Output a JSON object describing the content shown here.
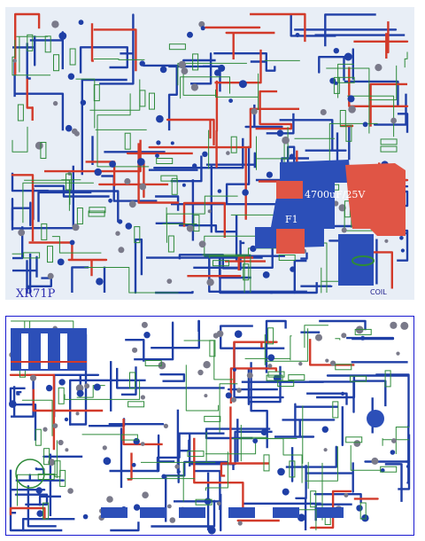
{
  "boards": {
    "top": {
      "model_label": "XR71P",
      "capacitor_label": "4700uF/25V",
      "fuse_label": "F1",
      "coil_label": "COIL"
    },
    "bottom": {}
  },
  "colors": {
    "board_top_bg": "#e8eef6",
    "trace_blue": "#1f3fa6",
    "trace_red": "#d23a2a",
    "component_green": "#2e8a3a",
    "pad_grey": "#7a7a8a",
    "board_bottom_border": "#1a1ad0"
  }
}
